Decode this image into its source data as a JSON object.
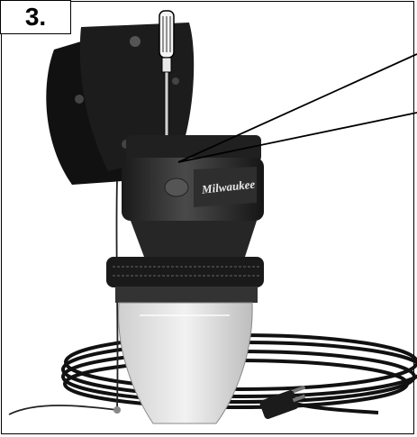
{
  "step": {
    "number_label": "3."
  },
  "product": {
    "brand_logo": "Milwaukee"
  },
  "icons": {
    "screwdriver": "screwdriver-icon",
    "lamp": "work-light-icon",
    "callout": "callout-lines"
  },
  "colors": {
    "ink": "#000000",
    "lens": "#d9d9d9",
    "body": "#2b2b2b",
    "accent": "#c8102e"
  }
}
